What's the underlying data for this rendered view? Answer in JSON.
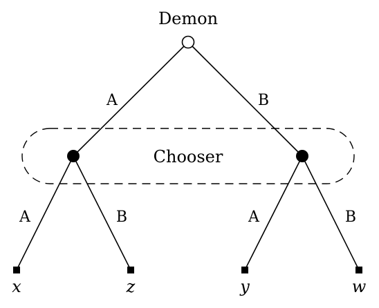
{
  "root": {
    "label": "Demon"
  },
  "info_set": {
    "label": "Chooser"
  },
  "edges": {
    "root_left": "A",
    "root_right": "B",
    "left_left": "A",
    "left_right": "B",
    "right_left": "A",
    "right_right": "B"
  },
  "leaves": [
    "x",
    "z",
    "y",
    "w"
  ]
}
